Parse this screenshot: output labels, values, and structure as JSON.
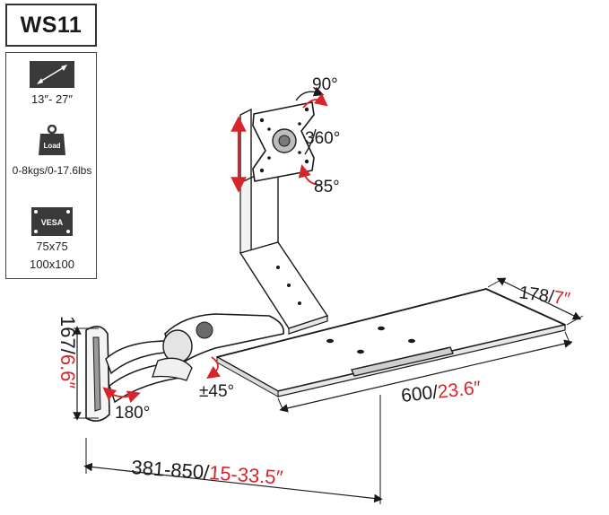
{
  "model": "WS11",
  "specs": {
    "screen_size": "13″- 27″",
    "load_badge": "Load",
    "load_weight": "0-8kgs/0-17.6lbs",
    "vesa_badge": "VESA",
    "vesa_1": "75x75",
    "vesa_2": "100x100"
  },
  "angles": {
    "tilt_up": "90°",
    "rotation": "360°",
    "tilt_down": "85°",
    "swivel": "±45°",
    "arm_swivel": "180°"
  },
  "dimensions": {
    "tray_depth_metric": "178/",
    "tray_depth_imperial": "7″",
    "tray_width_metric": "600/",
    "tray_width_imperial": "23.6″",
    "reach_metric": "381-850/",
    "reach_imperial": "15-33.5″",
    "height_metric": "167/",
    "height_imperial": "6.6″"
  },
  "colors": {
    "accent_red": "#d7262b",
    "line": "#1a1a1a"
  }
}
